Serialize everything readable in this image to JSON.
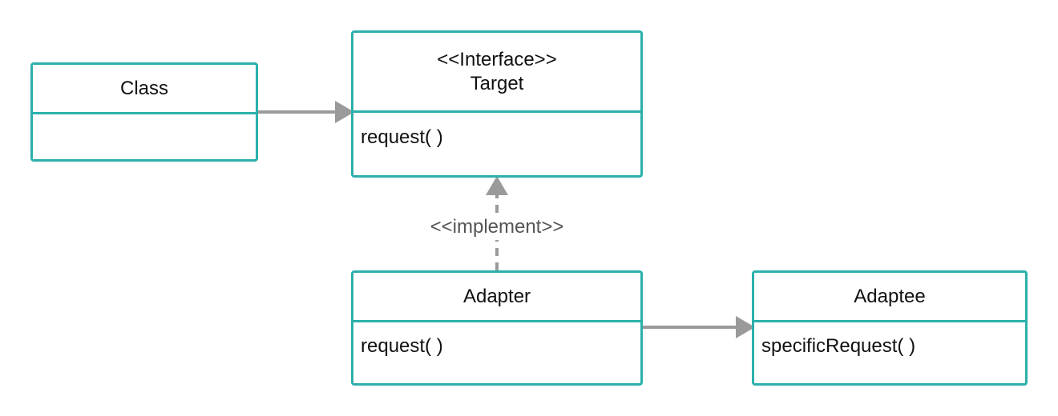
{
  "diagram": {
    "colors": {
      "box_border": "#2bb0ab",
      "connector": "#9a9a9a",
      "text": "#111111",
      "label": "#555555"
    },
    "classes": {
      "class": {
        "name": "Class",
        "members": []
      },
      "target": {
        "stereotype": "<<Interface>>",
        "name": "Target",
        "members": [
          "request( )"
        ]
      },
      "adapter": {
        "name": "Adapter",
        "members": [
          "request( )"
        ]
      },
      "adaptee": {
        "name": "Adaptee",
        "members": [
          "specificRequest( )"
        ]
      }
    },
    "relations": [
      {
        "from": "Class",
        "to": "Target",
        "kind": "association"
      },
      {
        "from": "Adapter",
        "to": "Target",
        "kind": "realization",
        "label": "<<implement>>"
      },
      {
        "from": "Adapter",
        "to": "Adaptee",
        "kind": "association"
      }
    ]
  }
}
